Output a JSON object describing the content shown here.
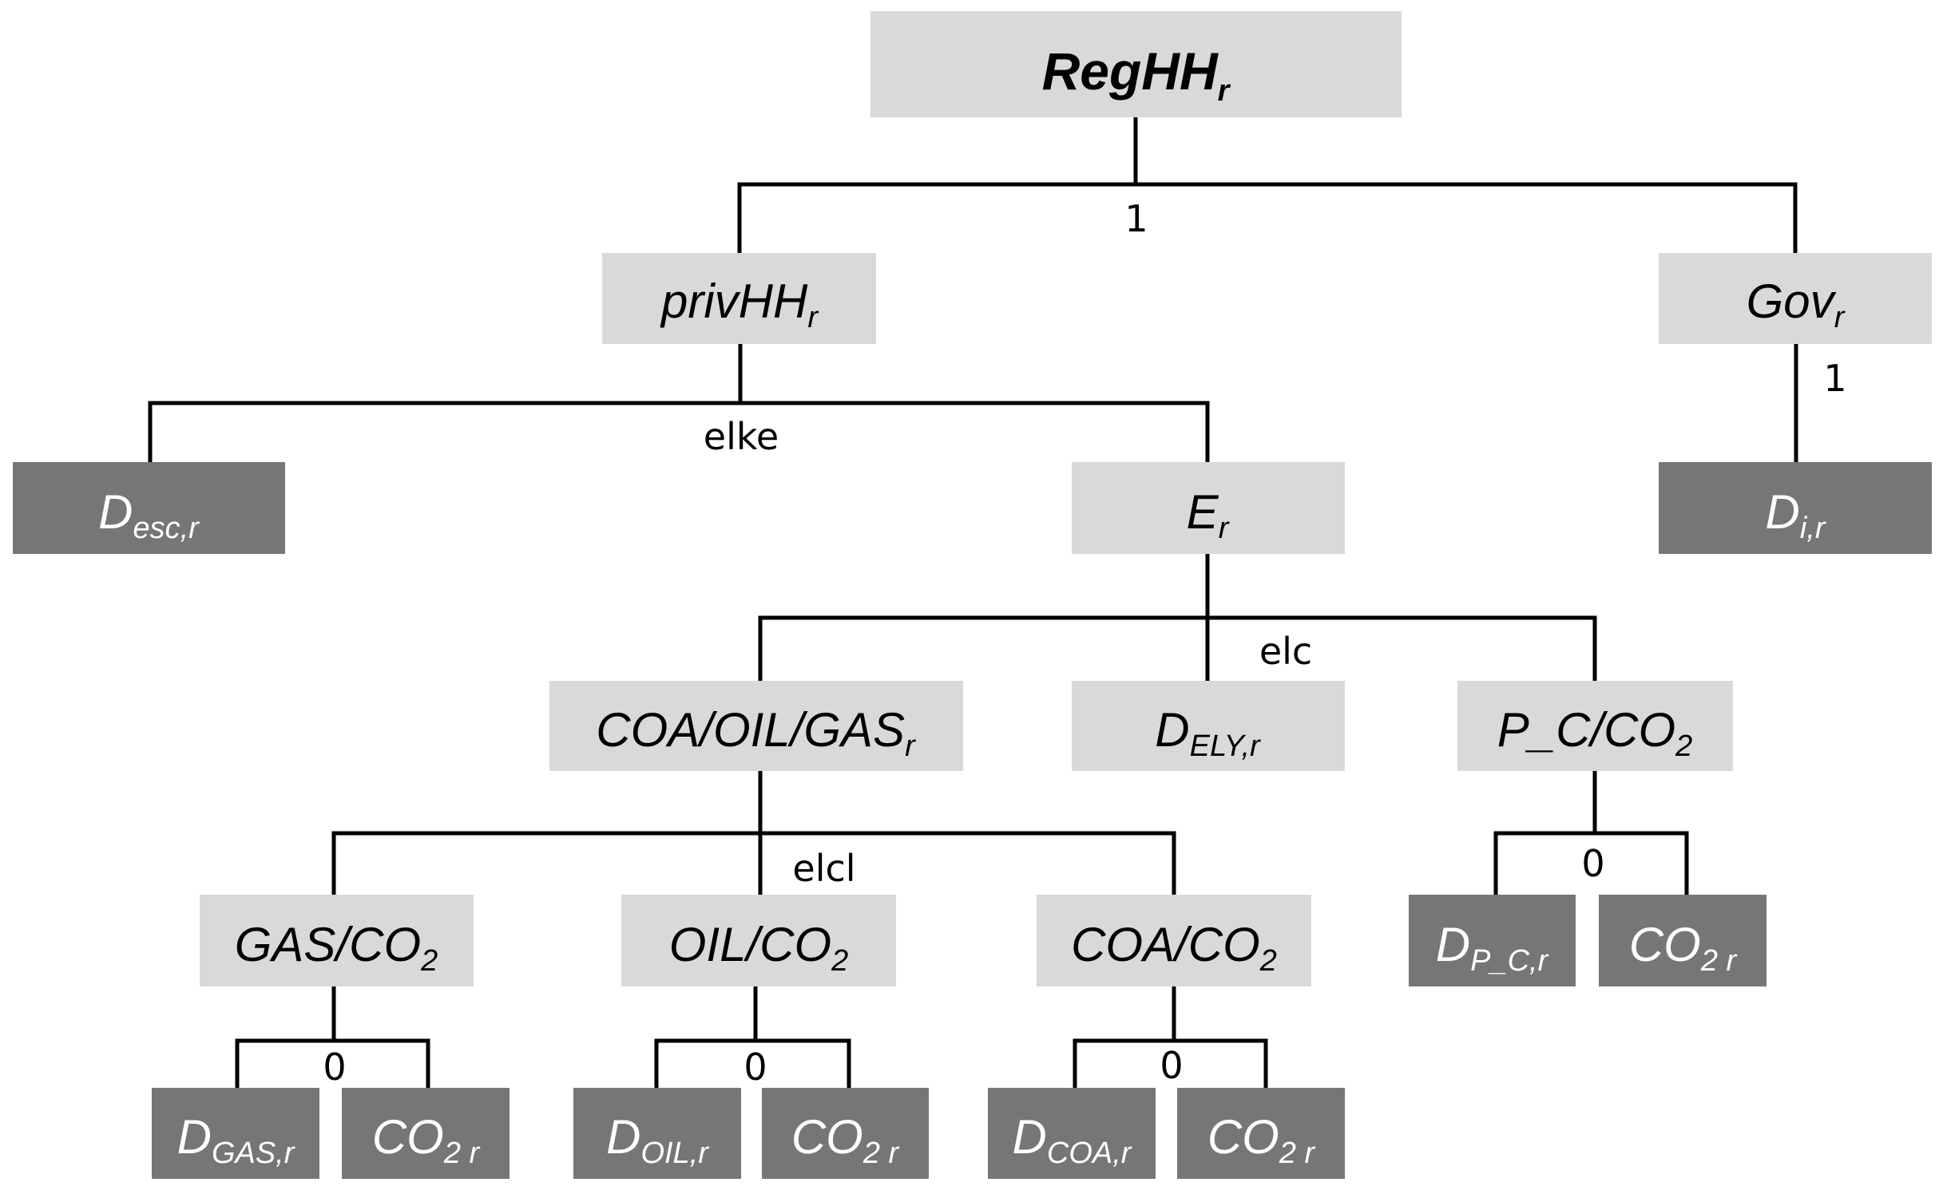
{
  "diagram": {
    "colors": {
      "light_box": "#d9d9d9",
      "dark_box": "#767676",
      "line": "#000000"
    },
    "nodes": {
      "reghh": {
        "main": "RegHH",
        "sub": "r"
      },
      "privhh": {
        "main": "privHH",
        "sub": "r"
      },
      "gov": {
        "main": "Gov",
        "sub": "r"
      },
      "desc": {
        "main": "D",
        "sub": "esc,r"
      },
      "energy": {
        "main": "E",
        "sub": "r"
      },
      "di": {
        "main": "D",
        "sub": "i,r"
      },
      "fossil": {
        "main": "COA/OIL/GAS",
        "sub": "r"
      },
      "dely": {
        "main": "D",
        "sub": "ELY,r"
      },
      "pc_co2": {
        "main": "P_C/CO",
        "sub": "2"
      },
      "gas_co2": {
        "main": "GAS/CO",
        "sub": "2"
      },
      "oil_co2": {
        "main": "OIL/CO",
        "sub": "2"
      },
      "coa_co2": {
        "main": "COA/CO",
        "sub": "2"
      },
      "dpc": {
        "main": "D",
        "sub": "P_C,r"
      },
      "co2_pc": {
        "main": "CO",
        "sub": "2 r"
      },
      "dgas": {
        "main": "D",
        "sub": "GAS,r"
      },
      "co2_gas": {
        "main": "CO",
        "sub": "2 r"
      },
      "doil": {
        "main": "D",
        "sub": "OIL,r"
      },
      "co2_oil": {
        "main": "CO",
        "sub": "2 r"
      },
      "dcoa": {
        "main": "D",
        "sub": "COA,r"
      },
      "co2_coa": {
        "main": "CO",
        "sub": "2 r"
      }
    },
    "elasticities": {
      "top": "1",
      "gov": "1",
      "privhh": "elke",
      "energy": "elc",
      "fossil": "elcl",
      "pc": "0",
      "gas": "0",
      "oil": "0",
      "coa": "0"
    }
  }
}
